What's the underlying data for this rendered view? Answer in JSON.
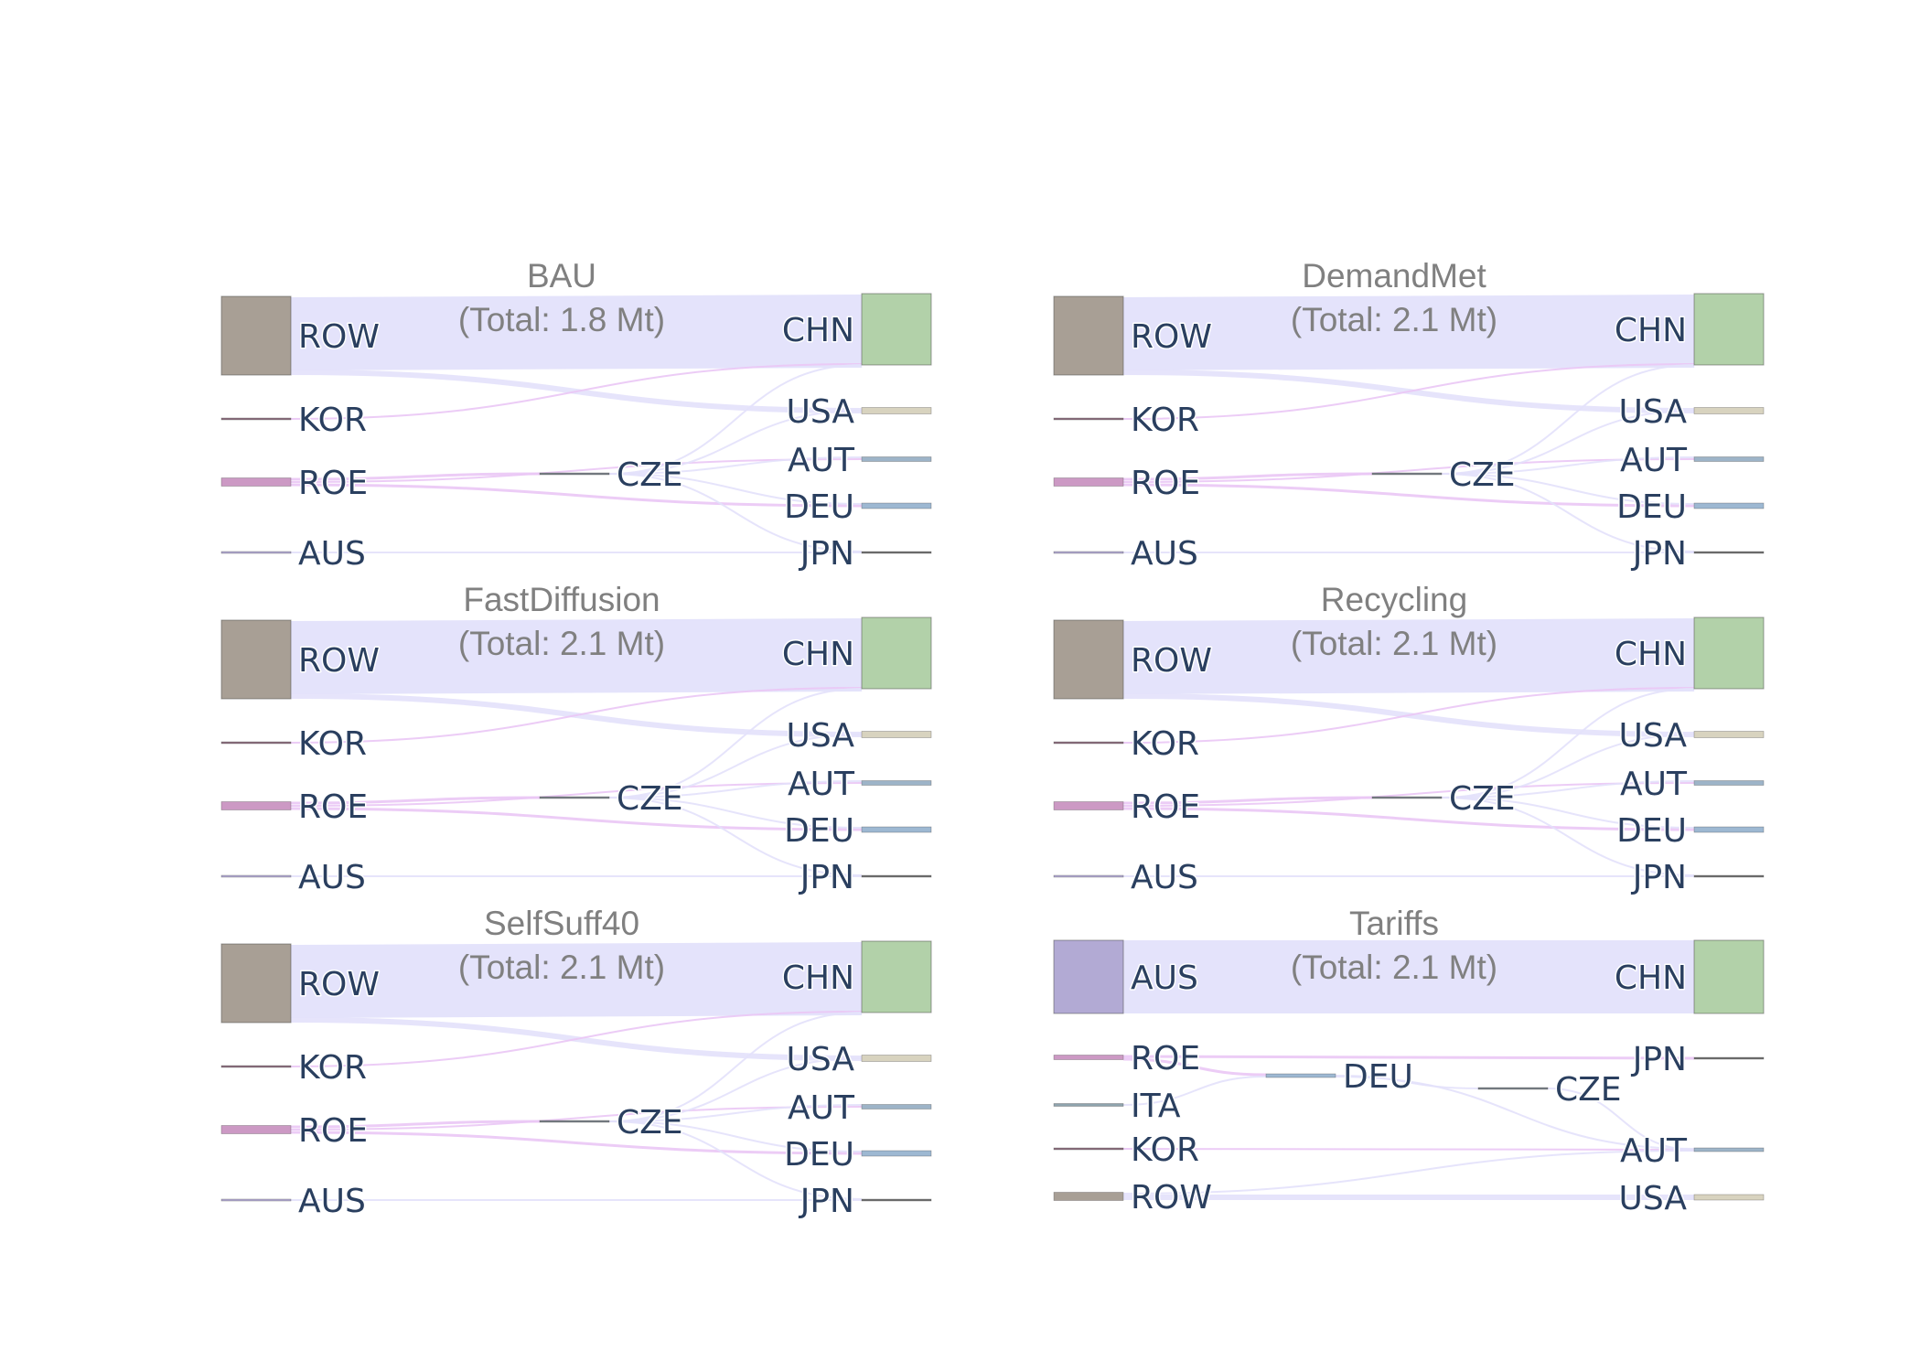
{
  "colors": {
    "ROW": "#a89f95",
    "CHN": "#b2d1a9",
    "KOR": "#8c6e7e",
    "ROE": "#cc99c4",
    "AUS": "#b2aad4",
    "CZE": "#7a8088",
    "USA": "#d8d3bf",
    "AUT": "#9db4c8",
    "DEU": "#9db8d2",
    "JPN": "#6f6f6f",
    "ITA": "#8fa4ae",
    "link_default": "#e3e1fb",
    "link_pink": "#eac7f5",
    "text": "#2a3f5f",
    "title": "#808080"
  },
  "chart_data": [
    {
      "type": "sankey",
      "scenario": "BAU",
      "title_line1": "BAU",
      "title_line2": "(Total: 1.8 Mt)",
      "nodes": [
        "ROW",
        "KOR",
        "ROE",
        "AUS",
        "CZE",
        "CHN",
        "USA",
        "AUT",
        "DEU",
        "JPN"
      ],
      "links": [
        {
          "source": "ROW",
          "target": "CHN",
          "value": 1.1
        },
        {
          "source": "ROW",
          "target": "USA",
          "value": 0.03
        },
        {
          "source": "KOR",
          "target": "CHN",
          "value": 0.01
        },
        {
          "source": "ROE",
          "target": "CZE",
          "value": 0.01
        },
        {
          "source": "ROE",
          "target": "DEU",
          "value": 0.01
        },
        {
          "source": "ROE",
          "target": "AUT",
          "value": 0.005
        },
        {
          "source": "AUS",
          "target": "JPN",
          "value": 0.005
        },
        {
          "source": "CZE",
          "target": "CHN",
          "value": 0.002
        },
        {
          "source": "CZE",
          "target": "USA",
          "value": 0.002
        },
        {
          "source": "CZE",
          "target": "AUT",
          "value": 0.002
        },
        {
          "source": "CZE",
          "target": "DEU",
          "value": 0.002
        },
        {
          "source": "CZE",
          "target": "JPN",
          "value": 0.002
        }
      ]
    },
    {
      "type": "sankey",
      "scenario": "DemandMet",
      "title_line1": "DemandMet",
      "title_line2": "(Total: 2.1 Mt)",
      "nodes": [
        "ROW",
        "KOR",
        "ROE",
        "AUS",
        "CZE",
        "CHN",
        "USA",
        "AUT",
        "DEU",
        "JPN"
      ],
      "links": [
        {
          "source": "ROW",
          "target": "CHN",
          "value": 1.3
        },
        {
          "source": "ROW",
          "target": "USA",
          "value": 0.03
        },
        {
          "source": "KOR",
          "target": "CHN",
          "value": 0.01
        },
        {
          "source": "ROE",
          "target": "CZE",
          "value": 0.01
        },
        {
          "source": "ROE",
          "target": "DEU",
          "value": 0.01
        },
        {
          "source": "ROE",
          "target": "AUT",
          "value": 0.005
        },
        {
          "source": "AUS",
          "target": "JPN",
          "value": 0.005
        },
        {
          "source": "CZE",
          "target": "CHN",
          "value": 0.002
        },
        {
          "source": "CZE",
          "target": "USA",
          "value": 0.002
        },
        {
          "source": "CZE",
          "target": "AUT",
          "value": 0.002
        },
        {
          "source": "CZE",
          "target": "DEU",
          "value": 0.002
        },
        {
          "source": "CZE",
          "target": "JPN",
          "value": 0.002
        }
      ]
    },
    {
      "type": "sankey",
      "scenario": "FastDiffusion",
      "title_line1": "FastDiffusion",
      "title_line2": "(Total: 2.1 Mt)",
      "nodes": [
        "ROW",
        "KOR",
        "ROE",
        "AUS",
        "CZE",
        "CHN",
        "USA",
        "AUT",
        "DEU",
        "JPN"
      ],
      "links": [
        {
          "source": "ROW",
          "target": "CHN",
          "value": 1.3
        },
        {
          "source": "ROW",
          "target": "USA",
          "value": 0.03
        },
        {
          "source": "KOR",
          "target": "CHN",
          "value": 0.01
        },
        {
          "source": "ROE",
          "target": "CZE",
          "value": 0.01
        },
        {
          "source": "ROE",
          "target": "DEU",
          "value": 0.01
        },
        {
          "source": "ROE",
          "target": "AUT",
          "value": 0.005
        },
        {
          "source": "AUS",
          "target": "JPN",
          "value": 0.005
        },
        {
          "source": "CZE",
          "target": "CHN",
          "value": 0.002
        },
        {
          "source": "CZE",
          "target": "USA",
          "value": 0.002
        },
        {
          "source": "CZE",
          "target": "AUT",
          "value": 0.002
        },
        {
          "source": "CZE",
          "target": "DEU",
          "value": 0.002
        },
        {
          "source": "CZE",
          "target": "JPN",
          "value": 0.002
        }
      ]
    },
    {
      "type": "sankey",
      "scenario": "Recycling",
      "title_line1": "Recycling",
      "title_line2": "(Total: 2.1 Mt)",
      "nodes": [
        "ROW",
        "KOR",
        "ROE",
        "AUS",
        "CZE",
        "CHN",
        "USA",
        "AUT",
        "DEU",
        "JPN"
      ],
      "links": [
        {
          "source": "ROW",
          "target": "CHN",
          "value": 1.3
        },
        {
          "source": "ROW",
          "target": "USA",
          "value": 0.03
        },
        {
          "source": "KOR",
          "target": "CHN",
          "value": 0.01
        },
        {
          "source": "ROE",
          "target": "CZE",
          "value": 0.01
        },
        {
          "source": "ROE",
          "target": "DEU",
          "value": 0.01
        },
        {
          "source": "ROE",
          "target": "AUT",
          "value": 0.005
        },
        {
          "source": "AUS",
          "target": "JPN",
          "value": 0.005
        },
        {
          "source": "CZE",
          "target": "CHN",
          "value": 0.002
        },
        {
          "source": "CZE",
          "target": "USA",
          "value": 0.002
        },
        {
          "source": "CZE",
          "target": "AUT",
          "value": 0.002
        },
        {
          "source": "CZE",
          "target": "DEU",
          "value": 0.002
        },
        {
          "source": "CZE",
          "target": "JPN",
          "value": 0.002
        }
      ]
    },
    {
      "type": "sankey",
      "scenario": "SelfSuff40",
      "title_line1": "SelfSuff40",
      "title_line2": "(Total: 2.1 Mt)",
      "nodes": [
        "ROW",
        "KOR",
        "ROE",
        "AUS",
        "CZE",
        "CHN",
        "USA",
        "AUT",
        "DEU",
        "JPN"
      ],
      "links": [
        {
          "source": "ROW",
          "target": "CHN",
          "value": 1.3
        },
        {
          "source": "ROW",
          "target": "USA",
          "value": 0.03
        },
        {
          "source": "KOR",
          "target": "CHN",
          "value": 0.01
        },
        {
          "source": "ROE",
          "target": "CZE",
          "value": 0.01
        },
        {
          "source": "ROE",
          "target": "DEU",
          "value": 0.01
        },
        {
          "source": "ROE",
          "target": "AUT",
          "value": 0.005
        },
        {
          "source": "AUS",
          "target": "JPN",
          "value": 0.005
        },
        {
          "source": "CZE",
          "target": "CHN",
          "value": 0.002
        },
        {
          "source": "CZE",
          "target": "USA",
          "value": 0.002
        },
        {
          "source": "CZE",
          "target": "AUT",
          "value": 0.002
        },
        {
          "source": "CZE",
          "target": "DEU",
          "value": 0.002
        },
        {
          "source": "CZE",
          "target": "JPN",
          "value": 0.002
        }
      ]
    },
    {
      "type": "sankey",
      "scenario": "Tariffs",
      "title_line1": "Tariffs",
      "title_line2": "(Total: 2.1 Mt)",
      "nodes": [
        "AUS",
        "ROE",
        "ITA",
        "KOR",
        "ROW",
        "DEU",
        "CZE",
        "CHN",
        "JPN",
        "AUT",
        "USA"
      ],
      "links": [
        {
          "source": "AUS",
          "target": "CHN",
          "value": 1.3
        },
        {
          "source": "ROE",
          "target": "JPN",
          "value": 0.005
        },
        {
          "source": "ROE",
          "target": "DEU",
          "value": 0.005
        },
        {
          "source": "ITA",
          "target": "DEU",
          "value": 0.003
        },
        {
          "source": "KOR",
          "target": "AUT",
          "value": 0.005
        },
        {
          "source": "ROW",
          "target": "USA",
          "value": 0.02
        },
        {
          "source": "ROW",
          "target": "AUT",
          "value": 0.003
        },
        {
          "source": "DEU",
          "target": "CZE",
          "value": 0.003
        },
        {
          "source": "DEU",
          "target": "AUT",
          "value": 0.002
        },
        {
          "source": "CZE",
          "target": "AUT",
          "value": 0.002
        }
      ]
    }
  ]
}
